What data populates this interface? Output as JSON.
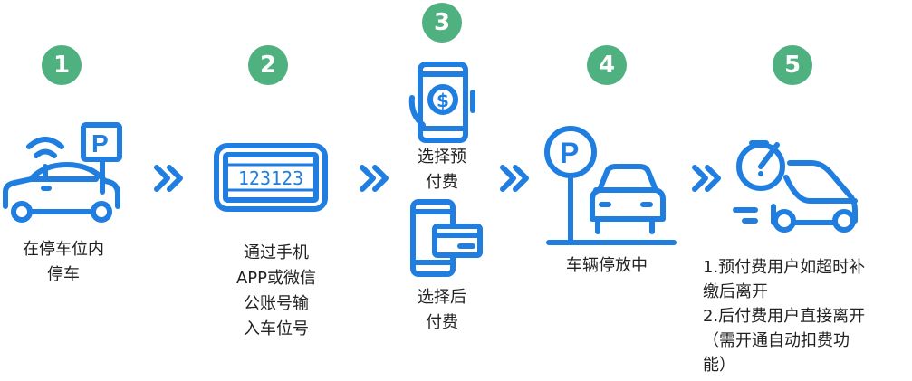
{
  "steps": [
    {
      "number": "1",
      "lines": [
        "在停车位内",
        "停车"
      ],
      "icon": "car-parking-icon"
    },
    {
      "number": "2",
      "lines": [
        "通过手机",
        "APP或微信",
        "公账号输",
        "入车位号"
      ],
      "icon": "license-plate-icon",
      "plate_text": "123123"
    },
    {
      "number": "3",
      "options": [
        {
          "lines": [
            "选择预",
            "付费"
          ],
          "icon": "phone-dollar-icon"
        },
        {
          "lines": [
            "选择后",
            "付费"
          ],
          "icon": "phone-card-icon"
        }
      ]
    },
    {
      "number": "4",
      "lines": [
        "车辆停放中"
      ],
      "icon": "parking-sign-car-icon"
    },
    {
      "number": "5",
      "lines": [
        "1.预付费用户如超时补",
        "缴后离开",
        "2.后付费用户直接离开",
        "（需开通自动扣费功",
        "能）"
      ],
      "icon": "fast-car-timer-icon"
    }
  ],
  "colors": {
    "icon_blue": "#1f7ee0",
    "badge_green": "#4fb17f"
  }
}
